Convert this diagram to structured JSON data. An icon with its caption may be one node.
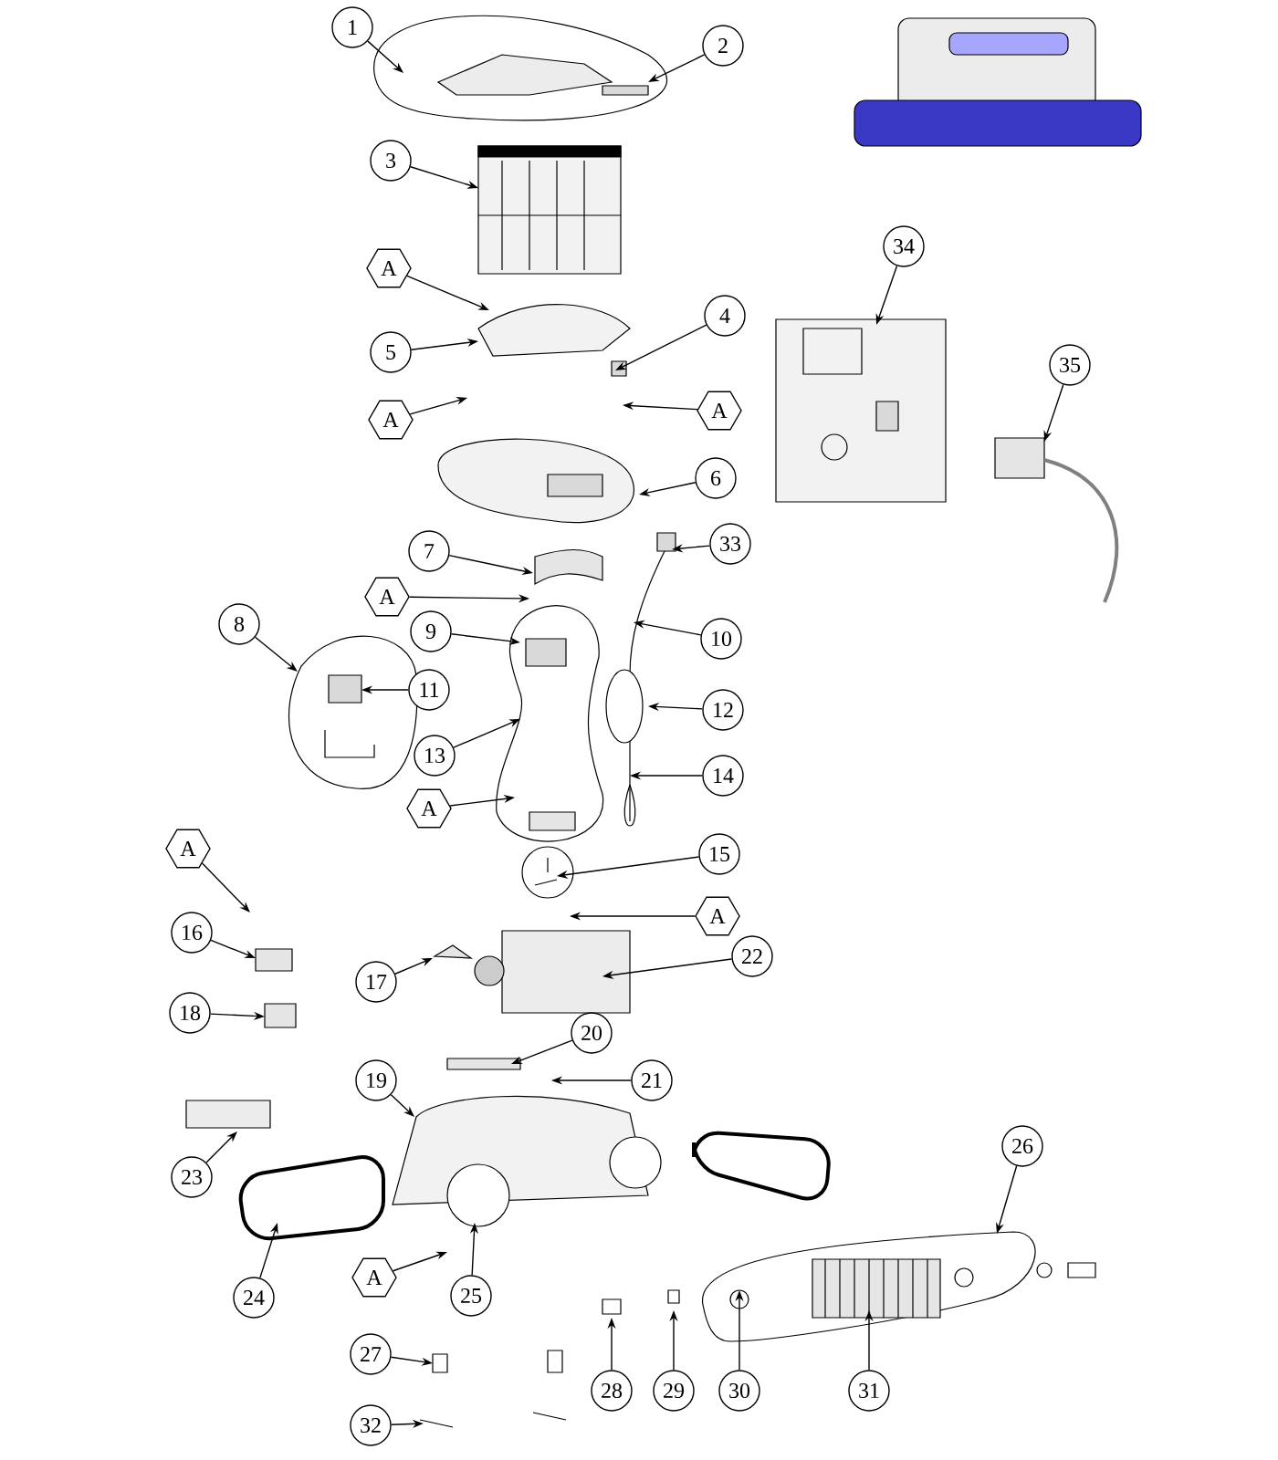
{
  "diagram": {
    "nodes": [
      {
        "text": [
          "1"
        ]
      },
      {
        "text": [
          "2"
        ]
      },
      {
        "text": [
          "3"
        ]
      },
      {
        "text": [
          "A"
        ]
      },
      {
        "text": [
          "4"
        ]
      },
      {
        "text": [
          "5"
        ]
      },
      {
        "text": [
          "34"
        ]
      },
      {
        "text": [
          "35"
        ]
      },
      {
        "text": [
          "A"
        ]
      },
      {
        "text": [
          "A"
        ]
      },
      {
        "text": [
          "6"
        ]
      },
      {
        "text": [
          "7"
        ]
      },
      {
        "text": [
          "33"
        ]
      },
      {
        "text": [
          "A"
        ]
      },
      {
        "text": [
          "8"
        ]
      },
      {
        "text": [
          "9"
        ]
      },
      {
        "text": [
          "10"
        ]
      },
      {
        "text": [
          "11"
        ]
      },
      {
        "text": [
          "12"
        ]
      },
      {
        "text": [
          "13"
        ]
      },
      {
        "text": [
          "14"
        ]
      },
      {
        "text": [
          "A"
        ]
      },
      {
        "text": [
          "A"
        ]
      },
      {
        "text": [
          "15"
        ]
      },
      {
        "text": [
          "A"
        ]
      },
      {
        "text": [
          "16"
        ]
      },
      {
        "text": [
          "22"
        ]
      },
      {
        "text": [
          "17"
        ]
      },
      {
        "text": [
          "18"
        ]
      },
      {
        "text": [
          "20"
        ]
      },
      {
        "text": [
          "19"
        ]
      },
      {
        "text": [
          "21"
        ]
      },
      {
        "text": [
          "26"
        ]
      },
      {
        "text": [
          "23"
        ]
      },
      {
        "text": [
          "A"
        ]
      },
      {
        "text": [
          "24"
        ]
      },
      {
        "text": [
          "25"
        ]
      },
      {
        "text": [
          "27"
        ]
      },
      {
        "text": [
          "28"
        ]
      },
      {
        "text": [
          "29"
        ]
      },
      {
        "text": [
          "30"
        ]
      },
      {
        "text": [
          "31"
        ]
      },
      {
        "text": [
          "32"
        ]
      }
    ],
    "edges": [
      {
        "from": 0,
        "to": null,
        "arrow": "to"
      },
      {
        "from": 1,
        "to": null,
        "arrow": "to"
      },
      {
        "from": 2,
        "to": null,
        "arrow": "to"
      },
      {
        "from": 3,
        "to": null,
        "arrow": "to"
      },
      {
        "from": 4,
        "to": null,
        "arrow": "to"
      },
      {
        "from": 5,
        "to": null,
        "arrow": "to"
      },
      {
        "from": 6,
        "to": null,
        "arrow": "to"
      },
      {
        "from": 7,
        "to": null,
        "arrow": "to"
      },
      {
        "from": 8,
        "to": null,
        "arrow": "to"
      },
      {
        "from": 9,
        "to": null,
        "arrow": "to"
      },
      {
        "from": 10,
        "to": null,
        "arrow": "to"
      },
      {
        "from": 11,
        "to": null,
        "arrow": "to"
      },
      {
        "from": 12,
        "to": null,
        "arrow": "to"
      },
      {
        "from": 13,
        "to": null,
        "arrow": "to"
      },
      {
        "from": 14,
        "to": null,
        "arrow": "to"
      },
      {
        "from": 15,
        "to": null,
        "arrow": "to"
      },
      {
        "from": 16,
        "to": null,
        "arrow": "to"
      },
      {
        "from": 17,
        "to": null,
        "arrow": "to"
      },
      {
        "from": 18,
        "to": null,
        "arrow": "to"
      },
      {
        "from": 19,
        "to": null,
        "arrow": "to"
      },
      {
        "from": 20,
        "to": null,
        "arrow": "to"
      },
      {
        "from": 21,
        "to": null,
        "arrow": "to"
      },
      {
        "from": 22,
        "to": null,
        "arrow": "to"
      },
      {
        "from": 23,
        "to": null,
        "arrow": "to"
      },
      {
        "from": 24,
        "to": null,
        "arrow": "to"
      },
      {
        "from": 25,
        "to": null,
        "arrow": "to"
      },
      {
        "from": 26,
        "to": null,
        "arrow": "to"
      },
      {
        "from": 27,
        "to": null,
        "arrow": "to"
      },
      {
        "from": 28,
        "to": null,
        "arrow": "to"
      },
      {
        "from": 29,
        "to": null,
        "arrow": "to"
      },
      {
        "from": 30,
        "to": null,
        "arrow": "to"
      },
      {
        "from": 31,
        "to": null,
        "arrow": "to"
      },
      {
        "from": 32,
        "to": null,
        "arrow": "to"
      },
      {
        "from": 33,
        "to": null,
        "arrow": "to"
      },
      {
        "from": 34,
        "to": null,
        "arrow": "to"
      },
      {
        "from": 35,
        "to": null,
        "arrow": "to"
      },
      {
        "from": 36,
        "to": null,
        "arrow": "to"
      },
      {
        "from": 37,
        "to": null,
        "arrow": "to"
      },
      {
        "from": 38,
        "to": null,
        "arrow": "to"
      },
      {
        "from": 39,
        "to": null,
        "arrow": "to"
      },
      {
        "from": 40,
        "to": null,
        "arrow": "to"
      },
      {
        "from": 41,
        "to": null,
        "arrow": "to"
      },
      {
        "from": 42,
        "to": null,
        "arrow": "to"
      }
    ]
  }
}
